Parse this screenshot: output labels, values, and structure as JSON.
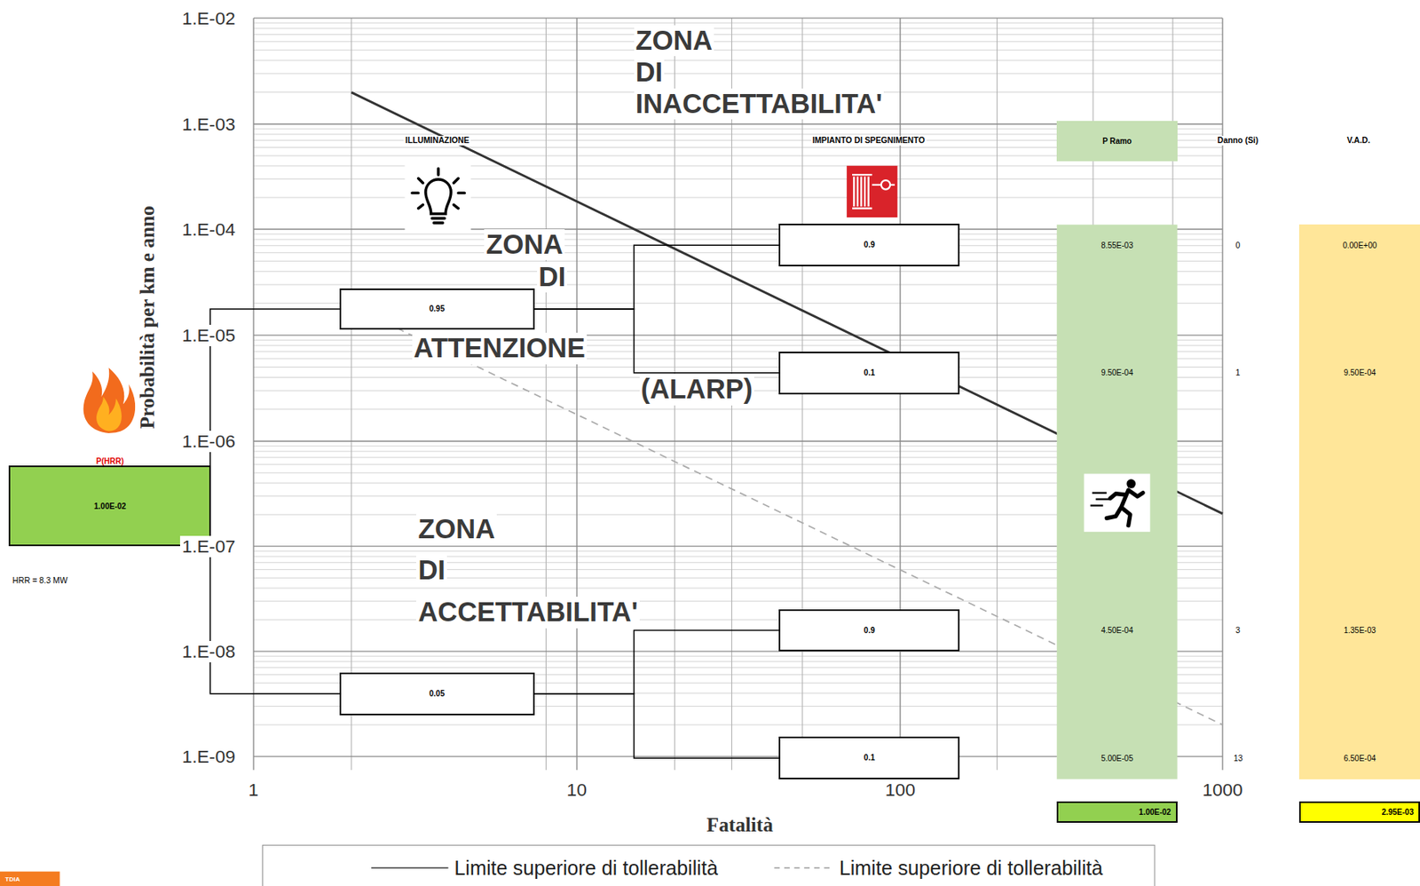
{
  "diagram": {
    "nodes": [
      {
        "text": [
          "P(HRR)",
          "1.00E-02"
        ]
      },
      {
        "text": [
          "0.95"
        ]
      },
      {
        "text": [
          "0.05"
        ]
      },
      {
        "text": [
          "0.9"
        ]
      },
      {
        "text": [
          "0.1"
        ]
      },
      {
        "text": [
          "0.9"
        ]
      },
      {
        "text": [
          "0.1"
        ]
      },
      {
        "text": [
          "P Ramo"
        ]
      },
      {
        "text": [
          "8.55E-03",
          "9.50E-04",
          "4.50E-04",
          "5.00E-05"
        ]
      },
      {
        "text": [
          "0.00E+00",
          "9.50E-04",
          "1.35E-03",
          "6.50E-04"
        ]
      },
      {
        "text": [
          "1.00E-02"
        ]
      },
      {
        "text": [
          "2.95E-03"
        ]
      }
    ],
    "edges": [
      {
        "from": 0,
        "to": 1,
        "arrow": "none"
      },
      {
        "from": 0,
        "to": 2,
        "arrow": "none"
      },
      {
        "from": 1,
        "to": 3,
        "arrow": "none"
      },
      {
        "from": 1,
        "to": 4,
        "arrow": "none"
      },
      {
        "from": 2,
        "to": 5,
        "arrow": "none"
      },
      {
        "from": 2,
        "to": 6,
        "arrow": "none"
      }
    ],
    "labels": [
      "ILLUMINAZIONE",
      "IMPIANTO DI SPEGNIMENTO",
      "Danno (Si)",
      "V.A.D.",
      "0",
      "1",
      "3",
      "13",
      "HRR = 8.3 MW",
      "1.E-02",
      "1.E-03",
      "1.E-04",
      "1.E-05",
      "1.E-06",
      "1.E-07",
      "1.E-08",
      "1.E-09",
      "1",
      "10",
      "100",
      "1000",
      "Fatalità",
      "Probabilità per km e anno",
      "ZONA",
      "DI",
      "INACCETTABILITA'",
      "ZONA",
      "DI",
      "ATTENZIONE",
      "(ALARP)",
      "ZONA",
      "DI",
      "ACCETTABILITA'",
      "TDIA"
    ],
    "legend": [
      {
        "text": "Limite superiore di tollerabilità"
      },
      {
        "text": "Limite superiore di tollerabilità"
      }
    ]
  }
}
